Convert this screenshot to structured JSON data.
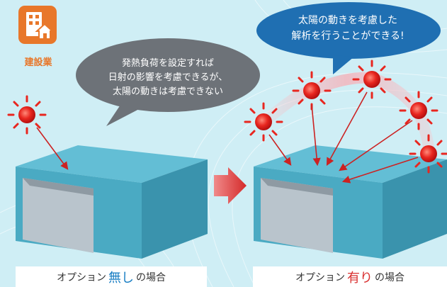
{
  "badge": {
    "label": "建設業",
    "icon": "building-house-icon"
  },
  "bubble_left": {
    "lines": [
      "発熱負荷を設定すれば",
      "日射の影響を考慮できるが、",
      "太陽の動きは考慮できない"
    ]
  },
  "bubble_right": {
    "lines": [
      "太陽の動きを考慮した",
      "解析を行うことができる!"
    ]
  },
  "caption_left": {
    "prefix": "オプション",
    "highlight": "無し",
    "suffix": "の場合"
  },
  "caption_right": {
    "prefix": "オプション",
    "highlight": "有り",
    "suffix": "の場合"
  },
  "colors": {
    "background": "#cfeef5",
    "accent_orange": "#e8772a",
    "box_top": "#5db8d0",
    "box_front": "#3f9fb8",
    "bubble_gray": "#6d7278",
    "bubble_blue": "#1f6fb2",
    "arrow": "#cc2222",
    "highlight_blue": "#1a7fc4",
    "highlight_red": "#d93030"
  }
}
